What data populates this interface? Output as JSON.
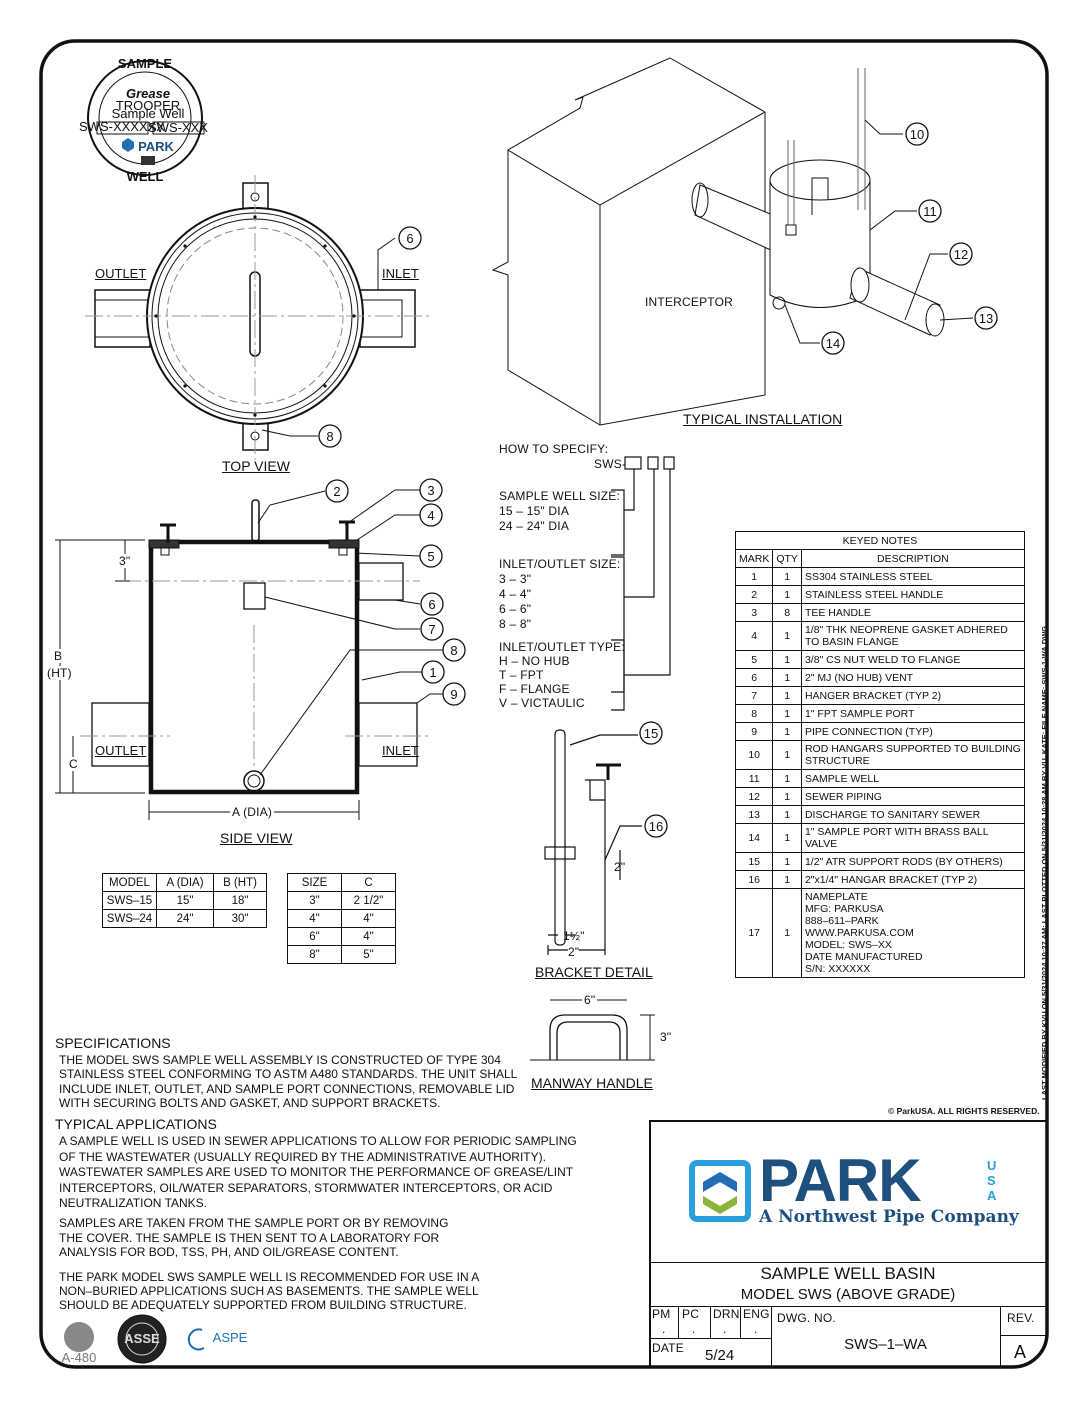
{
  "nameplate": {
    "top": "SAMPLE",
    "bottom": "WELL",
    "brand": "Grease",
    "brand2": "TROOPER",
    "sub": "Sample Well",
    "serial": "SWS-XXXXXX",
    "model": "SWS-XXX",
    "park": "PARK"
  },
  "top_view": {
    "title": "TOP VIEW",
    "outlet": "OUTLET",
    "inlet": "INLET"
  },
  "side_view": {
    "title": "SIDE VIEW",
    "outlet": "OUTLET",
    "inlet": "INLET",
    "dim_b": "B",
    "dim_b2": "(HT)",
    "dim_3": "3\"",
    "dim_c": "C",
    "dim_a": "A (DIA)"
  },
  "installation": {
    "title": "TYPICAL INSTALLATION",
    "interceptor": "INTERCEPTOR"
  },
  "callouts": {
    "c1": "1",
    "c2": "2",
    "c3": "3",
    "c4": "4",
    "c5": "5",
    "c6": "6",
    "c7": "7",
    "c8": "8",
    "c9": "9",
    "c10": "10",
    "c11": "11",
    "c12": "12",
    "c13": "13",
    "c14": "14",
    "c15": "15",
    "c16": "16"
  },
  "how_to_specify": {
    "title": "HOW TO SPECIFY:",
    "code": "SWS-",
    "size_title": "SAMPLE WELL SIZE:",
    "sizes": [
      "15 – 15\" DIA",
      "24 – 24\" DIA"
    ],
    "io_size_title": "INLET/OUTLET SIZE:",
    "io_sizes": [
      "3 – 3\"",
      "4 – 4\"",
      "6 – 6\"",
      "8 – 8\""
    ],
    "io_type_title": "INLET/OUTLET TYPE:",
    "io_types": [
      "H – NO HUB",
      "T – FPT",
      "F – FLANGE",
      "V – VICTAULIC"
    ]
  },
  "model_table": {
    "headers": [
      "MODEL",
      "A (DIA)",
      "B (HT)"
    ],
    "rows": [
      [
        "SWS–15",
        "15\"",
        "18\""
      ],
      [
        "SWS–24",
        "24\"",
        "30\""
      ]
    ]
  },
  "size_table": {
    "headers": [
      "SIZE",
      "C"
    ],
    "rows": [
      [
        "3\"",
        "2 1/2\""
      ],
      [
        "4\"",
        "4\""
      ],
      [
        "6\"",
        "4\""
      ],
      [
        "8\"",
        "5\""
      ]
    ]
  },
  "bracket": {
    "title": "BRACKET DETAIL",
    "d1": "2\"",
    "d2": "1½\"",
    "d3": "2\""
  },
  "manway": {
    "title": "MANWAY HANDLE",
    "w": "6\"",
    "h": "3\""
  },
  "keyed_notes": {
    "title": "KEYED NOTES",
    "headers": [
      "MARK",
      "QTY",
      "DESCRIPTION"
    ],
    "rows": [
      [
        "1",
        "1",
        "SS304 STAINLESS STEEL"
      ],
      [
        "2",
        "1",
        "STAINLESS STEEL HANDLE"
      ],
      [
        "3",
        "8",
        "TEE HANDLE"
      ],
      [
        "4",
        "1",
        "1/8\" THK NEOPRENE GASKET ADHERED\nTO BASIN FLANGE"
      ],
      [
        "5",
        "1",
        "3/8\" CS NUT WELD TO FLANGE"
      ],
      [
        "6",
        "1",
        "2\" MJ (NO HUB) VENT"
      ],
      [
        "7",
        "1",
        "HANGER BRACKET (TYP 2)"
      ],
      [
        "8",
        "1",
        "1\" FPT SAMPLE PORT"
      ],
      [
        "9",
        "1",
        "PIPE CONNECTION (TYP)"
      ],
      [
        "10",
        "1",
        "ROD HANGARS SUPPORTED TO BUILDING\nSTRUCTURE"
      ],
      [
        "11",
        "1",
        "SAMPLE WELL"
      ],
      [
        "12",
        "1",
        "SEWER PIPING"
      ],
      [
        "13",
        "1",
        "DISCHARGE TO SANITARY SEWER"
      ],
      [
        "14",
        "1",
        "1\" SAMPLE PORT WITH BRASS BALL\nVALVE"
      ],
      [
        "15",
        "1",
        "1/2\" ATR SUPPORT RODS (BY OTHERS)"
      ],
      [
        "16",
        "1",
        "2\"x1/4\" HANGAR BRACKET (TYP 2)"
      ],
      [
        "17",
        "1",
        "NAMEPLATE\nMFG: PARKUSA\n888–611–PARK\nWWW.PARKUSA.COM\nMODEL: SWS–XX\nDATE MANUFACTURED\nS/N: XXXXXX"
      ]
    ]
  },
  "specifications": {
    "title": "SPECIFICATIONS",
    "lines": [
      "THE MODEL SWS SAMPLE WELL ASSEMBLY IS CONSTRUCTED OF TYPE 304",
      "STAINLESS STEEL CONFORMING TO ASTM A480 STANDARDS. THE UNIT SHALL",
      "INCLUDE INLET, OUTLET, AND SAMPLE PORT CONNECTIONS, REMOVABLE LID",
      "WITH SECURING BOLTS AND GASKET, AND SUPPORT BRACKETS."
    ]
  },
  "applications": {
    "title": "TYPICAL APPLICATIONS",
    "p1": [
      "A SAMPLE WELL IS USED IN SEWER APPLICATIONS TO ALLOW FOR PERIODIC SAMPLING",
      "OF THE WASTEWATER (USUALLY REQUIRED BY THE ADMINISTRATIVE AUTHORITY).",
      "WASTEWATER SAMPLES ARE USED TO MONITOR THE PERFORMANCE OF GREASE/LINT",
      "INTERCEPTORS, OIL/WATER SEPARATORS, STORMWATER INTERCEPTORS, OR ACID",
      "NEUTRALIZATION TANKS."
    ],
    "p2": [
      "SAMPLES ARE TAKEN FROM THE SAMPLE PORT OR BY REMOVING",
      "THE COVER. THE SAMPLE IS THEN SENT TO A LABORATORY FOR",
      "ANALYSIS FOR BOD, TSS, PH, AND OIL/GREASE CONTENT."
    ],
    "p3": [
      "THE PARK MODEL SWS SAMPLE WELL IS RECOMMENDED FOR USE IN A",
      "NON–BURIED APPLICATIONS SUCH AS BASEMENTS. THE SAMPLE WELL",
      "SHOULD BE ADEQUATELY SUPPORTED FROM BUILDING STRUCTURE."
    ]
  },
  "cert_logos": {
    "astm": "A-480",
    "asse": "ASSE",
    "aspe": "ASPE"
  },
  "copyright": "© ParkUSA. ALL RIGHTS RESERVED.",
  "plot_info": "LAST MODIFIED BY KVU ON 5/31/2024 10:27 AM; LAST PLOTTED ON 5/31/2024 10:28 AM BY VU, KATE; FILE NAME: SWS-1-WA.DWG",
  "title_block": {
    "logo": "PARK",
    "logo_usa": "USA",
    "tagline": "A Northwest Pipe Company",
    "title": "SAMPLE WELL BASIN",
    "subtitle": "MODEL SWS (ABOVE GRADE)",
    "pm": "PM",
    "pc": "PC",
    "drn": "DRN",
    "eng": "ENG",
    "dot": ".",
    "date_label": "DATE",
    "date": "5/24",
    "dwg_label": "DWG. NO.",
    "dwg": "SWS–1–WA",
    "rev_label": "REV.",
    "rev": "A"
  },
  "colors": {
    "park_blue": "#1f6fb5",
    "park_dark": "#1d4f7f",
    "park_green": "#8db33a",
    "line": "#111111",
    "center": "#999999"
  }
}
